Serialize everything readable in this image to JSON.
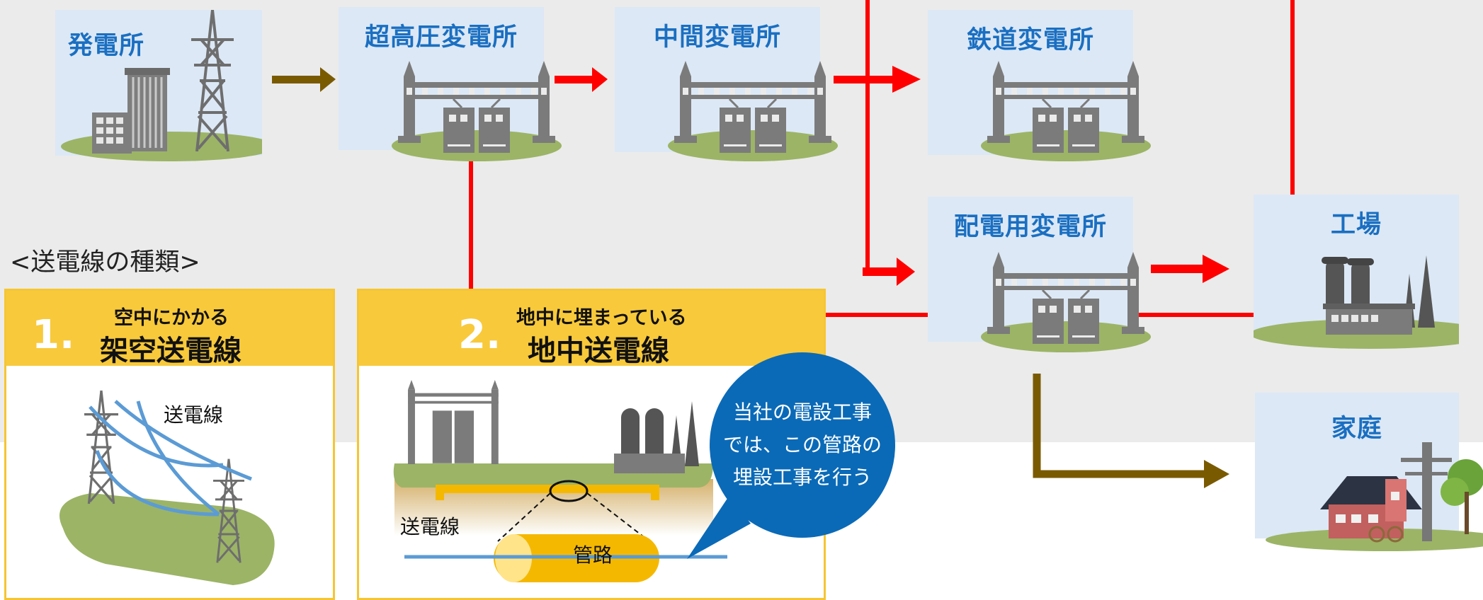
{
  "facilities": {
    "power_plant": "発電所",
    "ultra_high_voltage_substation": "超高圧変電所",
    "intermediate_substation": "中間変電所",
    "railway_substation": "鉄道変電所",
    "distribution_substation": "配電用変電所",
    "factory": "工場",
    "home": "家庭"
  },
  "section": {
    "heading": "<送電線の種類>"
  },
  "types": [
    {
      "number": "1.",
      "subtitle": "空中にかかる",
      "title": "架空送電線",
      "wire_label": "送電線"
    },
    {
      "number": "2.",
      "subtitle": "地中に埋まっている",
      "title": "地中送電線",
      "wire_label": "送電線",
      "conduit_label": "管路"
    }
  ],
  "callout": {
    "lines": [
      "当社の電設工事",
      "では、この管路の",
      "埋設工事を行う"
    ]
  },
  "colors": {
    "facility_bg": "#dce8f6",
    "title_blue": "#1a6fc1",
    "transmission_red": "#ff0000",
    "distribution_brown": "#7a5a00",
    "card_yellow": "#f8c93a",
    "callout_blue": "#0a6ab7",
    "grass_green": "#9cb466",
    "structure_gray": "#7b7b7b"
  }
}
